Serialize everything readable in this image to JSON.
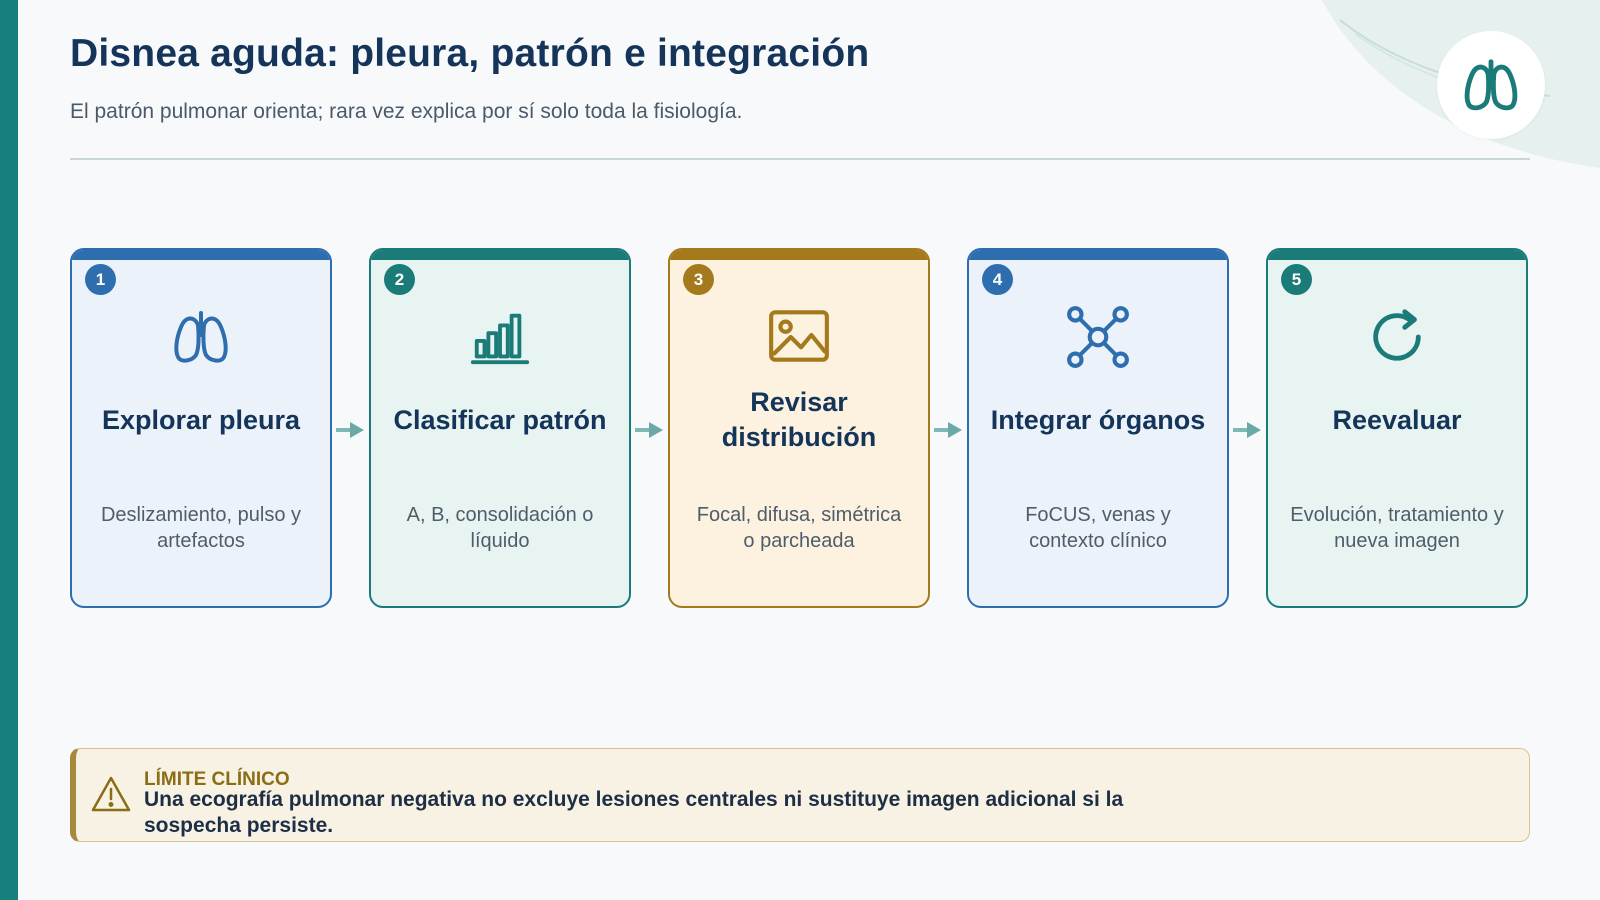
{
  "header": {
    "title": "Disnea aguda: pleura, patrón e integración",
    "subtitle": "El patrón pulmonar orienta; rara vez explica por sí solo toda la fisiología."
  },
  "logo": {
    "icon": "lungs-icon"
  },
  "colors": {
    "blue": "#2f6eae",
    "teal": "#1b7b78",
    "gold": "#a47a1c",
    "accent_bar": "#17807c",
    "navy": "#14345a"
  },
  "steps": [
    {
      "number": "1",
      "title": "Explorar pleura",
      "description": "Deslizamiento, pulso y artefactos",
      "icon": "lungs-icon",
      "color": "blue"
    },
    {
      "number": "2",
      "title": "Clasificar patrón",
      "description": "A, B, consolidación o líquido",
      "icon": "bar-chart-icon",
      "color": "teal"
    },
    {
      "number": "3",
      "title": "Revisar distribución",
      "description": "Focal, difusa, simétrica o parcheada",
      "icon": "image-icon",
      "color": "gold"
    },
    {
      "number": "4",
      "title": "Integrar órganos",
      "description": "FoCUS, venas y contexto clínico",
      "icon": "network-icon",
      "color": "blue"
    },
    {
      "number": "5",
      "title": "Reevaluar",
      "description": "Evolución, tratamiento y nueva imagen",
      "icon": "refresh-icon",
      "color": "teal"
    }
  ],
  "callout": {
    "label": "LÍMITE CLÍNICO",
    "text": "Una ecografía pulmonar negativa no excluye lesiones centrales ni sustituye imagen adicional si la sospecha persiste.",
    "icon": "warning-icon"
  }
}
